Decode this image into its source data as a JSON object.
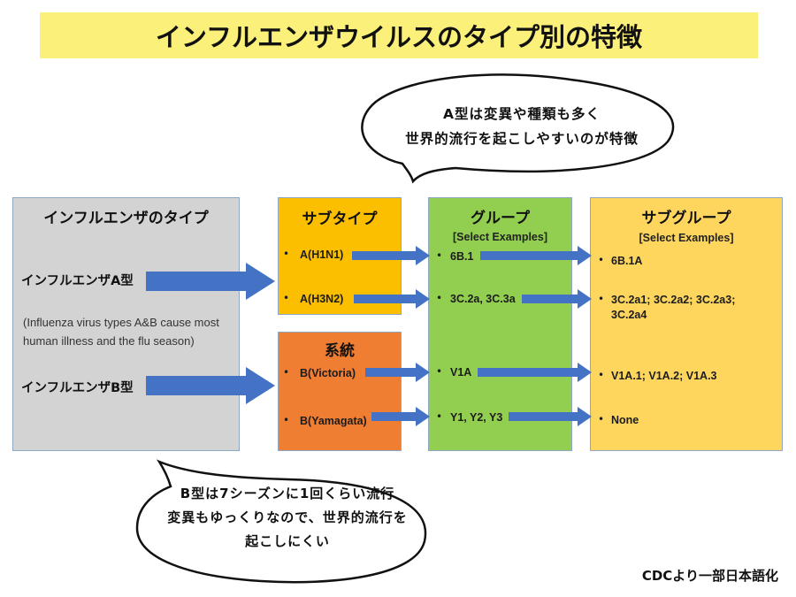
{
  "title": "インフルエンザウイルスのタイプ別の特徴",
  "bubble_top": {
    "lines": [
      "A型は変異や種類も多く",
      "世界的流行を起こしやすいのが特徴"
    ]
  },
  "bubble_bottom": {
    "lines": [
      "B型は7シーズンに1回くらい流行",
      "変異もゆっくりなので、世界的流行を",
      "起こしにくい"
    ]
  },
  "type_box": {
    "heading": "インフルエンザのタイプ",
    "type_a": "インフルエンザA型",
    "type_b": "インフルエンザB型",
    "note_line1": "(Influenza virus types A&B cause most",
    "note_line2": "human illness and the flu season)",
    "color": "#d4d3d4"
  },
  "subtype_box": {
    "heading": "サブタイプ",
    "items": [
      "A(H1N1)",
      "A(H3N2)"
    ],
    "color": "#fbbf00"
  },
  "lineage_box": {
    "heading": "系統",
    "items": [
      "B(Victoria)",
      "B(Yamagata)"
    ],
    "color": "#ef7d32"
  },
  "group_box": {
    "heading": "グループ",
    "subheading": "[Select Examples]",
    "items": [
      "6B.1",
      "3C.2a, 3C.3a",
      "V1A",
      "Y1, Y2, Y3"
    ],
    "color": "#92cf50"
  },
  "subgroup_box": {
    "heading": "サブグループ",
    "subheading": "[Select Examples]",
    "items": [
      "6B.1A",
      "3C.2a1; 3C.2a2; 3C.2a3;",
      "3C.2a4",
      "V1A.1; V1A.2; V1A.3",
      "None"
    ],
    "color": "#fed65e"
  },
  "bullet_char": "•",
  "arrow_color": "#4472c4",
  "footer": "CDCより一部日本語化"
}
